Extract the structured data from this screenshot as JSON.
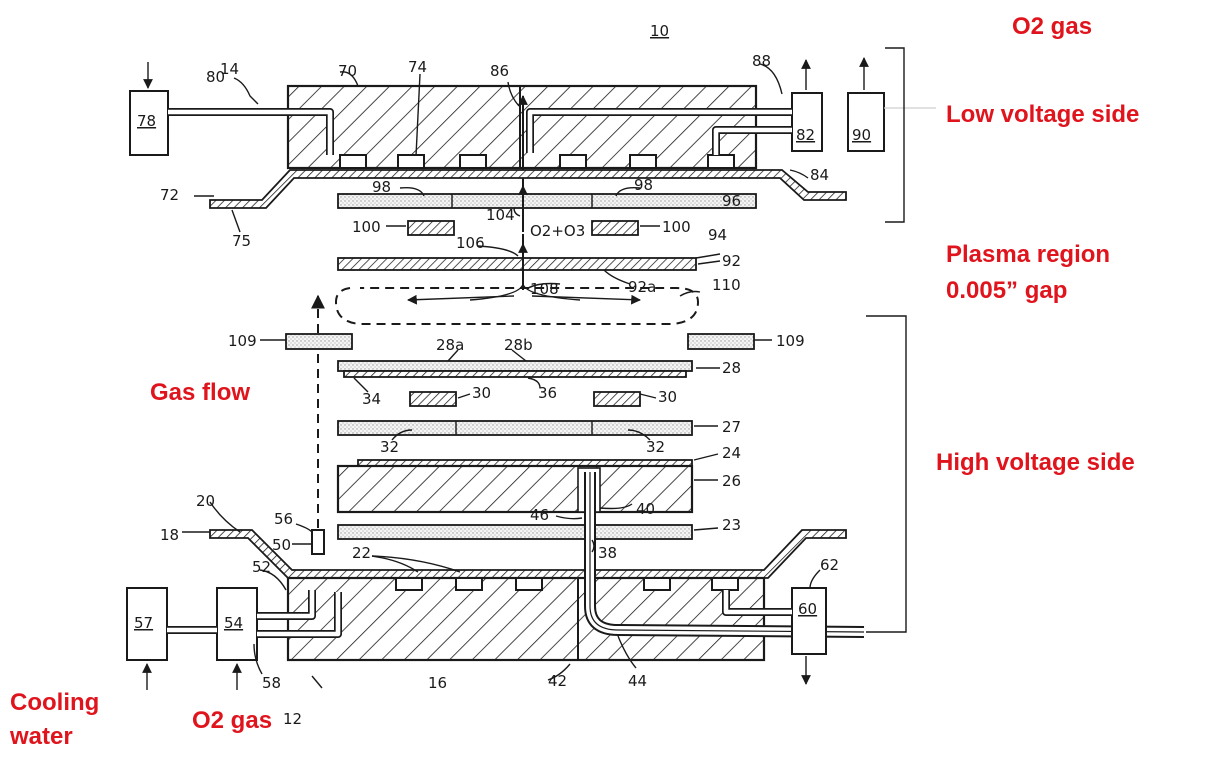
{
  "figure": {
    "ref_numbers": {
      "n10": "10",
      "n12": "12",
      "n14": "14",
      "n16": "16",
      "n18": "18",
      "n20": "20",
      "n22": "22",
      "n23": "23",
      "n24": "24",
      "n26": "26",
      "n27": "27",
      "n28": "28",
      "n28a": "28a",
      "n28b": "28b",
      "n30a": "30",
      "n30b": "30",
      "n32a": "32",
      "n32b": "32",
      "n34": "34",
      "n36": "36",
      "n38": "38",
      "n40": "40",
      "n42": "42",
      "n44": "44",
      "n46": "46",
      "n50": "50",
      "n52": "52",
      "n54": "54",
      "n56": "56",
      "n57": "57",
      "n58": "58",
      "n60": "60",
      "n62": "62",
      "n70": "70",
      "n72": "72",
      "n74": "74",
      "n75": "75",
      "n78": "78",
      "n80": "80",
      "n82": "82",
      "n84": "84",
      "n86": "86",
      "n88": "88",
      "n90": "90",
      "n92": "92",
      "n92a": "92a",
      "n94": "94",
      "n96": "96",
      "n98a": "98",
      "n98b": "98",
      "n100a": "100",
      "n100b": "100",
      "n104": "104",
      "n106": "106",
      "n108": "108",
      "n109a": "109",
      "n109b": "109",
      "n110": "110",
      "o2o3": "O2+O3"
    },
    "annotations": {
      "o2_gas_top": "O2 gas",
      "low_voltage": "Low voltage side",
      "plasma_region": "Plasma region",
      "plasma_gap": "0.005” gap",
      "gas_flow": "Gas flow",
      "high_voltage": "High voltage side",
      "cooling_water_1": "Cooling",
      "cooling_water_2": "water",
      "o2_gas_bottom": "O2 gas"
    },
    "colors": {
      "ink": "#1a1a1a",
      "annotation": "#e0141c",
      "background": "#ffffff"
    }
  }
}
